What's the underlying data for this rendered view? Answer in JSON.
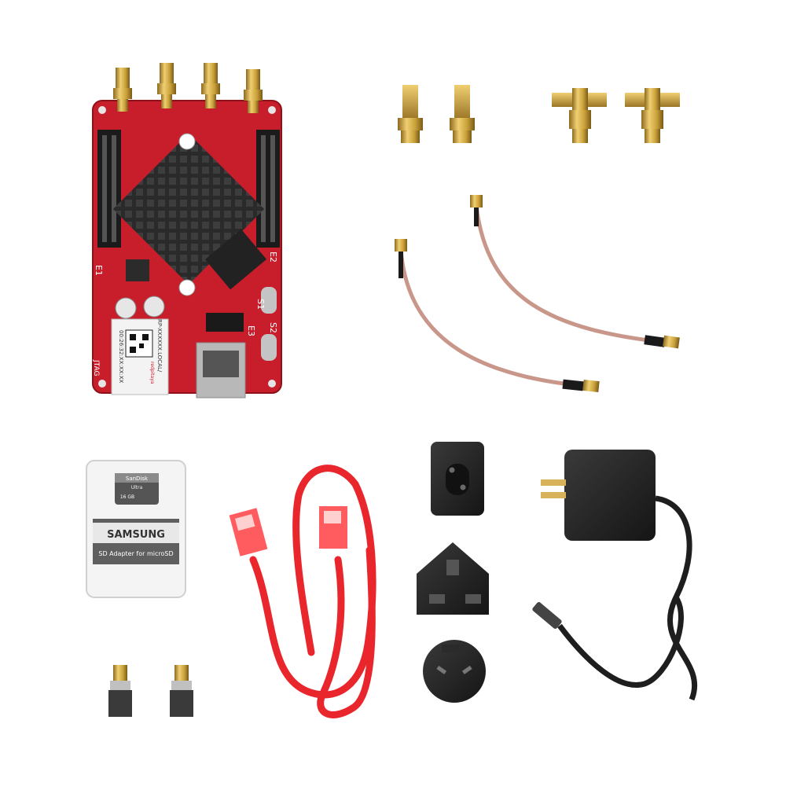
{
  "board": {
    "silk_e1": "E1",
    "silk_e2": "E2",
    "silk_e3": "E3",
    "silk_s1": "S1",
    "silk_s2": "S2",
    "silk_jtag": "JTAG",
    "label_id": "RP-XXXXXX.LOCAL/",
    "label_mac": "00:26:32:XX:XX:XX",
    "label_brand": "redpitaya"
  },
  "sd_card": {
    "brand": "SanDisk",
    "line": "Ultra",
    "capacity": "16 GB",
    "adapter_brand": "SAMSUNG",
    "adapter_text": "SD Adapter for microSD"
  },
  "colors": {
    "background": "#ffffff",
    "pcb_red": "#c81e2b",
    "gold": "#c9a13a",
    "ethernet_red": "#e8262b",
    "adapter_black": "#1c1c1c"
  }
}
